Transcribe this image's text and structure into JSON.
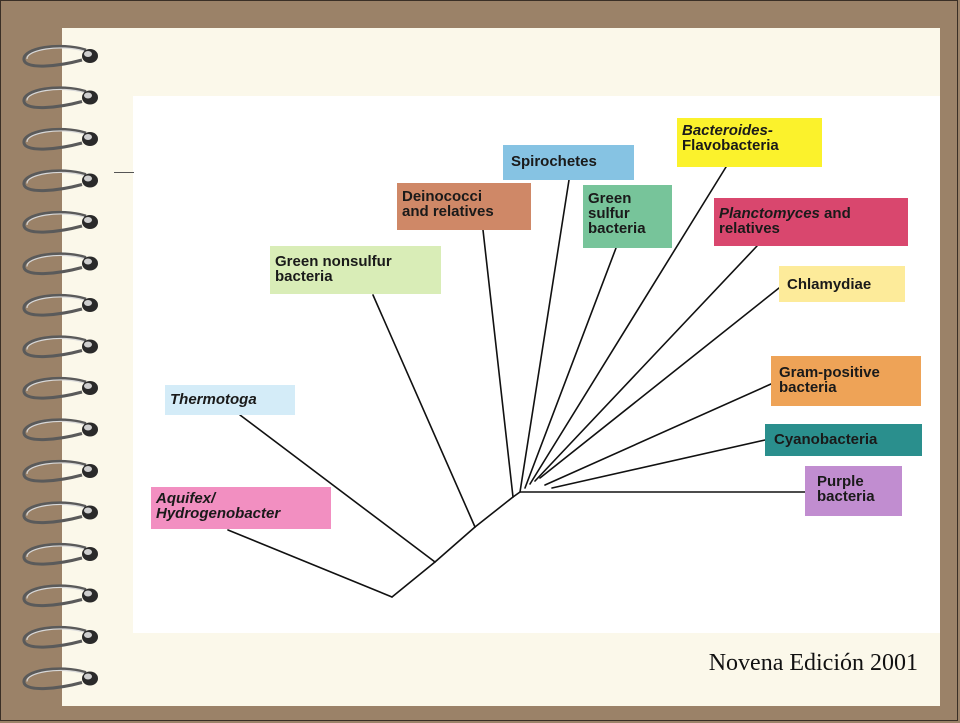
{
  "slide": {
    "credit": "Novena Edición 2001",
    "paper_color": "#fbf8ea",
    "background_color": "#9b8268",
    "binding": "spiral-binding-rings"
  },
  "tree": {
    "taxa": [
      {
        "id": "aquifex",
        "lines": [
          "Aquifex/",
          "Hydrogenobacter"
        ],
        "italic": true,
        "color": "#f28fc1"
      },
      {
        "id": "thermotoga",
        "lines": [
          "Thermotoga"
        ],
        "italic": true,
        "color": "#d4ecf8"
      },
      {
        "id": "green-nonsulfur",
        "lines": [
          "Green nonsulfur",
          "bacteria"
        ],
        "italic": false,
        "color": "#d9edb7"
      },
      {
        "id": "deinococci",
        "lines": [
          "Deinococci",
          "and relatives"
        ],
        "italic": false,
        "color": "#cf8867"
      },
      {
        "id": "spirochetes",
        "lines": [
          "Spirochetes"
        ],
        "italic": false,
        "color": "#86c3e3"
      },
      {
        "id": "green-sulfur",
        "lines": [
          "Green",
          "sulfur",
          "bacteria"
        ],
        "italic": false,
        "color": "#77c49a"
      },
      {
        "id": "bacteroides",
        "lines": [
          "Bacteroides-",
          "Flavobacteria"
        ],
        "italic": [
          true,
          false
        ],
        "color": "#fbf22c"
      },
      {
        "id": "planctomyces",
        "lines": [
          "Planctomyces and",
          "relatives"
        ],
        "italic": [
          true,
          false
        ],
        "italic_word": "Planctomyces",
        "color": "#d9476e"
      },
      {
        "id": "chlamydiae",
        "lines": [
          "Chlamydiae"
        ],
        "italic": false,
        "color": "#fdeb9a"
      },
      {
        "id": "gram-positive",
        "lines": [
          "Gram-positive",
          "bacteria"
        ],
        "italic": false,
        "color": "#eea357"
      },
      {
        "id": "cyanobacteria",
        "lines": [
          "Cyanobacteria"
        ],
        "italic": false,
        "color": "#2a8f8d"
      },
      {
        "id": "purple",
        "lines": [
          "Purple",
          "bacteria"
        ],
        "italic": false,
        "color": "#c18dd0"
      }
    ]
  }
}
